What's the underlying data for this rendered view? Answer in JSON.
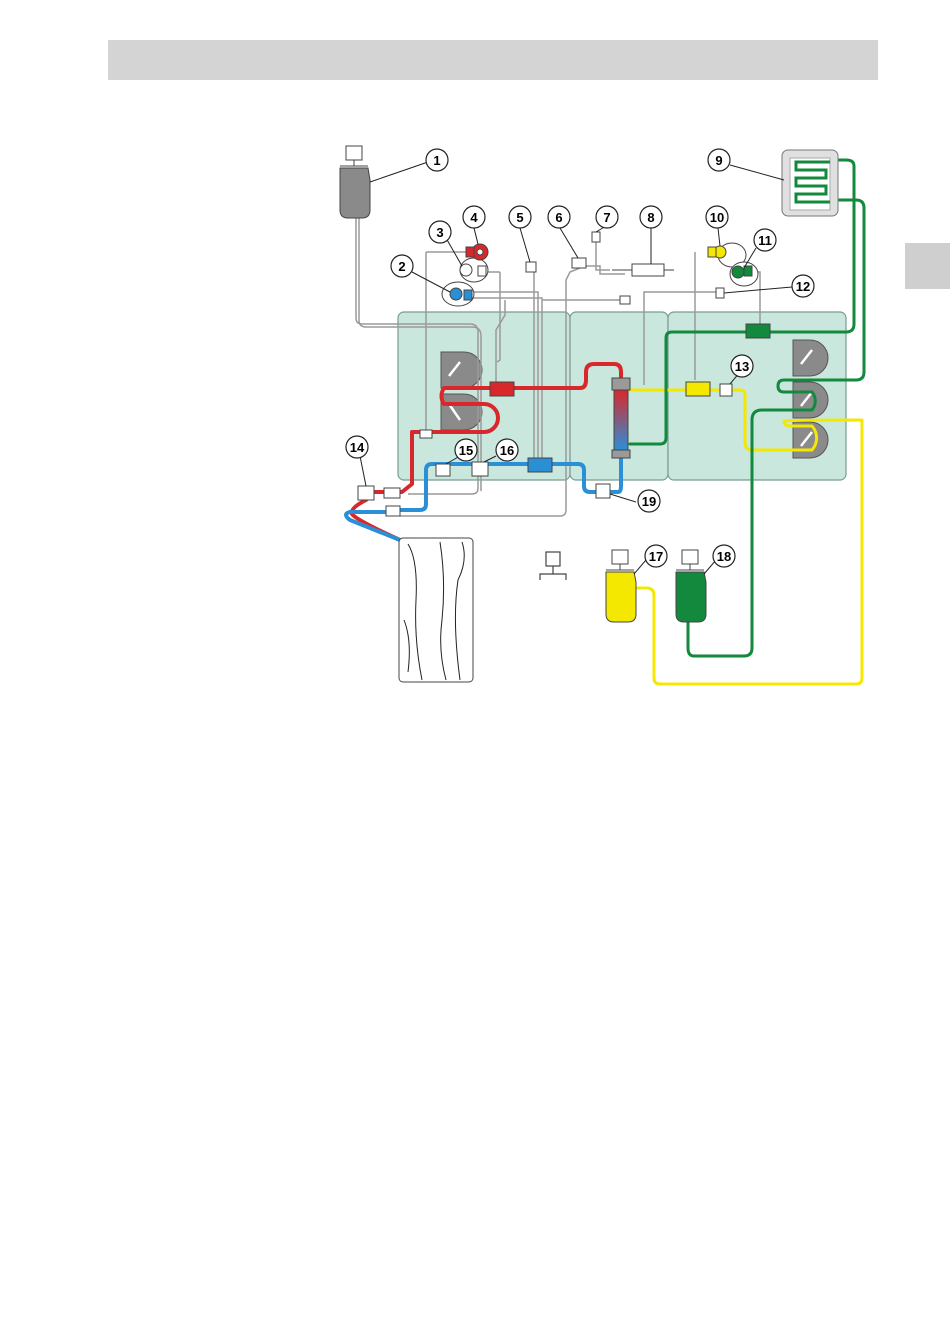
{
  "callouts": [
    {
      "label": "1"
    },
    {
      "label": "2"
    },
    {
      "label": "3"
    },
    {
      "label": "4"
    },
    {
      "label": "5"
    },
    {
      "label": "6"
    },
    {
      "label": "7"
    },
    {
      "label": "8"
    },
    {
      "label": "9"
    },
    {
      "label": "10"
    },
    {
      "label": "11"
    },
    {
      "label": "12"
    },
    {
      "label": "13"
    },
    {
      "label": "14"
    },
    {
      "label": "15"
    },
    {
      "label": "16"
    },
    {
      "label": "17"
    },
    {
      "label": "18"
    },
    {
      "label": "19"
    }
  ],
  "colors": {
    "arterial": "#d9282c",
    "venous": "#2b8fd6",
    "dialysate": "#f4e800",
    "effluent": "#13893e",
    "panel": "#c9e7dd",
    "panel_border": "#7a9b92",
    "header": "#d4d4d4"
  }
}
